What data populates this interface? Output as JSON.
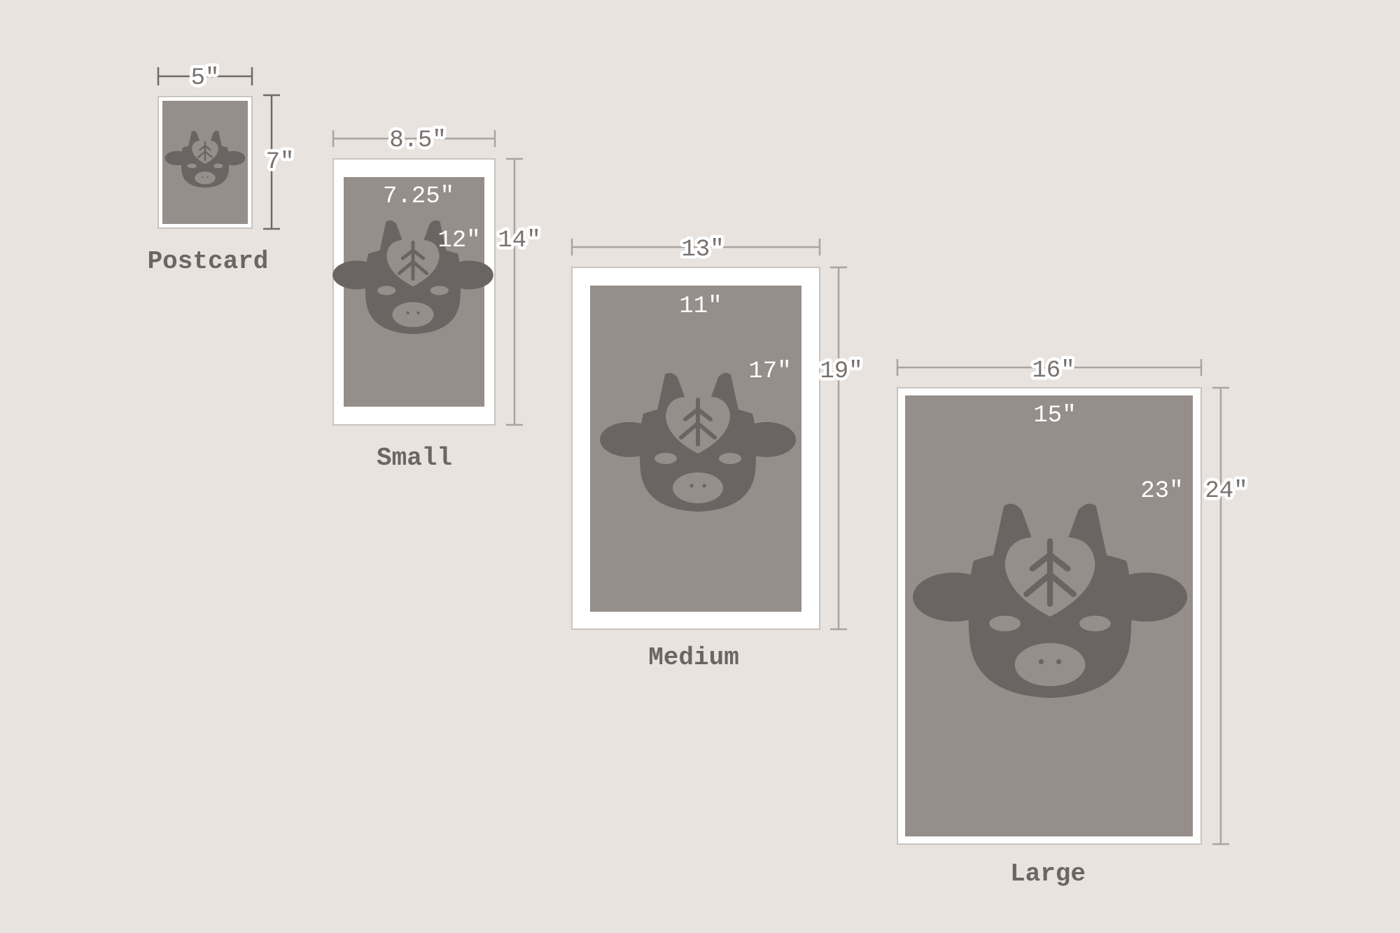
{
  "colors": {
    "background": "#e8e3df",
    "frame": "#ffffff",
    "frame_border": "#c9c4c1",
    "print": "#968e8b",
    "icon": "#6a6562",
    "dimension_line_light": "#a9a4a1",
    "dimension_line_dark": "#6f6a67",
    "size_label": "#6b6664"
  },
  "icon": "cow-head-with-leaf-icon",
  "sizes": [
    {
      "id": "postcard",
      "name": "Postcard",
      "outer_width": "5″",
      "outer_height": "7″",
      "inner_width": "",
      "inner_height": ""
    },
    {
      "id": "small",
      "name": "Small",
      "outer_width": "8.5″",
      "outer_height": "14″",
      "inner_width": "7.25″",
      "inner_height": "12″"
    },
    {
      "id": "medium",
      "name": "Medium",
      "outer_width": "13″",
      "outer_height": "19″",
      "inner_width": "11″",
      "inner_height": "17″"
    },
    {
      "id": "large",
      "name": "Large",
      "outer_width": "16″",
      "outer_height": "24″",
      "inner_width": "15″",
      "inner_height": "23″"
    }
  ]
}
